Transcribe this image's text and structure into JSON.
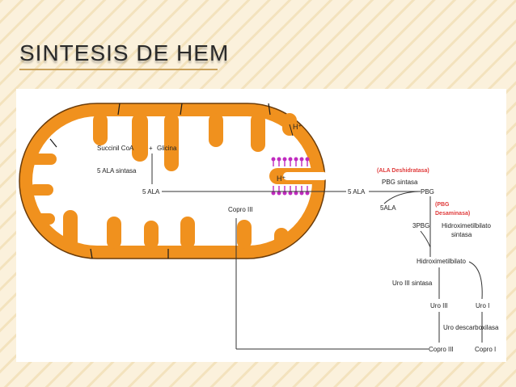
{
  "slide": {
    "title": "SINTESIS DE HEM"
  },
  "colors": {
    "background": "#fbf1dc",
    "mitochondria_orange": "#f0911e",
    "enzyme_red": "#e03c3c",
    "proton_pump_magenta": "#c02bbf",
    "line": "#3a3a3a"
  },
  "diagram": {
    "mitochondria": {
      "substrate_1": "Succinil CoA",
      "plus": "+",
      "substrate_2": "Glicina",
      "enzyme": "5 ALA sintasa",
      "product": "5 ALA",
      "proton_top": "H⁺",
      "proton_mid": "H⁺",
      "copro3": "Copro III"
    },
    "cytosol": {
      "ala_in": "5 ALA",
      "ala_dehydratase": "(ALA Deshidratasa)",
      "pbg_sintasa": "PBG sintasa",
      "pbg": "PBG",
      "five_ala": "5ALA",
      "pbg_deaminase_1": "(PBG",
      "pbg_deaminase_2": "Desaminasa)",
      "three_pbg": "3PBG",
      "hmb_sintasa_1": "Hidroximetilbilato",
      "hmb_sintasa_2": "sintasa",
      "hmb": "Hidroximetilbilato",
      "uro3_sintasa": "Uro III sintasa",
      "uro3": "Uro III",
      "uro1": "Uro I",
      "uro_decarbox": "Uro descarboxilasa",
      "copro3": "Copro III",
      "copro1": "Copro I"
    }
  }
}
